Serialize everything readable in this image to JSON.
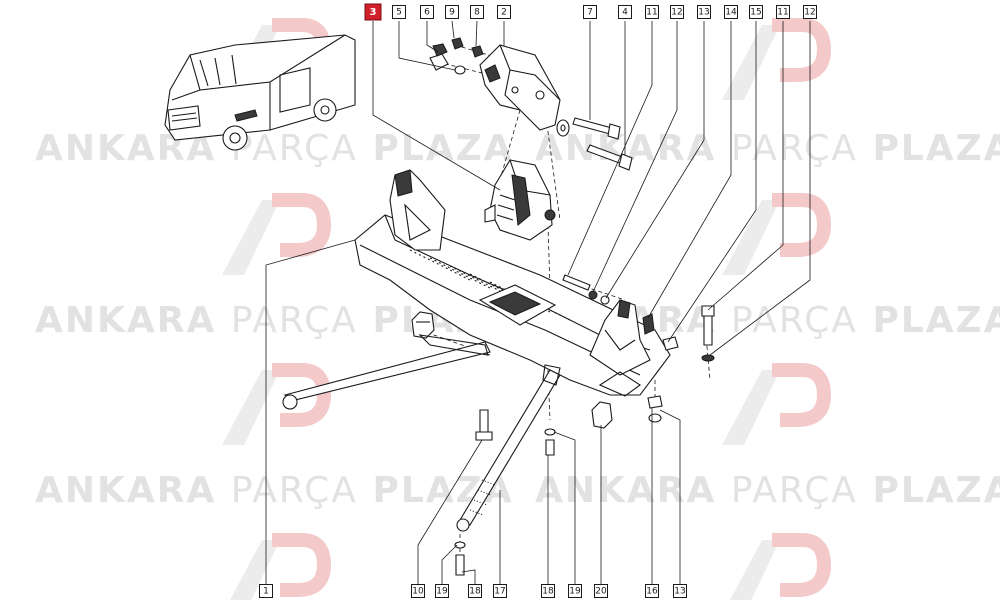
{
  "watermark": {
    "brand_bold_1": "ANKARA",
    "brand_thin": "PARÇA",
    "brand_bold_2": "PLAZA",
    "logo_letters": "AP",
    "colors": {
      "logo_red": "#f3c9c9",
      "logo_gray": "#e5e5e5",
      "text": "#e2e2e2"
    }
  },
  "highlight_color": "#d0202a",
  "callouts": {
    "top": [
      {
        "label": "3",
        "highlighted": true
      },
      {
        "label": "5"
      },
      {
        "label": "6"
      },
      {
        "label": "9"
      },
      {
        "label": "8"
      },
      {
        "label": "2"
      },
      {
        "label": "7"
      },
      {
        "label": "4"
      },
      {
        "label": "11"
      },
      {
        "label": "12"
      },
      {
        "label": "13"
      },
      {
        "label": "14"
      },
      {
        "label": "15"
      },
      {
        "label": "11"
      },
      {
        "label": "12"
      }
    ],
    "bottom": [
      {
        "label": "1"
      },
      {
        "label": "10"
      },
      {
        "label": "19"
      },
      {
        "label": "18"
      },
      {
        "label": "17"
      },
      {
        "label": "18"
      },
      {
        "label": "19"
      },
      {
        "label": "20"
      },
      {
        "label": "16"
      },
      {
        "label": "13"
      }
    ]
  },
  "illustrations": [
    "van-icon",
    "engine-mount-icon",
    "support-bracket-icon",
    "crossmember-icon",
    "tie-rod-icon",
    "bolt-icon",
    "nut-icon",
    "washer-icon"
  ]
}
